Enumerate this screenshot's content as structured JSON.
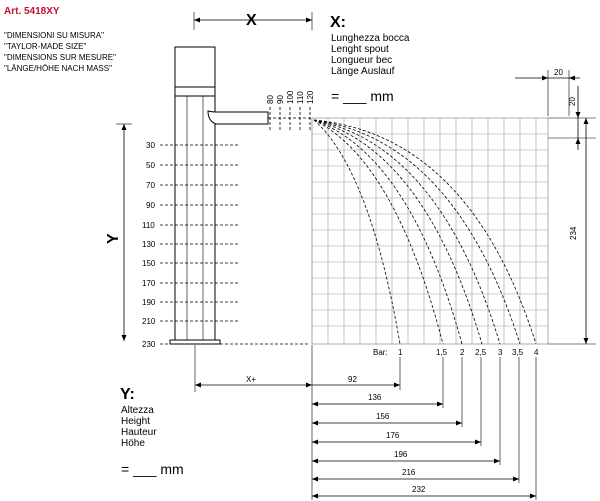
{
  "title": "Art. 5418XY",
  "custom_notes": [
    "\"DIMENSIONI SU MISURA\"",
    "\"TAYLOR-MADE SIZE\"",
    "\"DIMENSIONS SUR MESURE\"",
    "\"LÄNGE/HÖHE NACH MASS\""
  ],
  "x_label": "X",
  "x_legend": {
    "heading": "X:",
    "lines": [
      "Lunghezza bocca",
      "Lenght spout",
      "Longueur bec",
      "Länge Auslauf"
    ],
    "formula": "= ___ mm"
  },
  "y_label": "Y",
  "y_legend": {
    "heading": "Y:",
    "lines": [
      "Altezza",
      "Height",
      "Hauteur",
      "Höhe"
    ],
    "formula": "= ___ mm"
  },
  "spout_lengths": [
    "80",
    "90",
    "100",
    "110",
    "120"
  ],
  "heights": [
    "30",
    "50",
    "70",
    "90",
    "110",
    "130",
    "150",
    "170",
    "190",
    "210",
    "230"
  ],
  "bar_label": "Bar:",
  "bars": [
    "1",
    "1,5",
    "2",
    "2,5",
    "3",
    "3,5",
    "4"
  ],
  "x_plus_label": "X+",
  "reach_values": [
    "92",
    "136",
    "156",
    "176",
    "196",
    "216",
    "232"
  ],
  "dim_20_horizontal": "20",
  "dim_20_vertical": "20",
  "dim_234": "234",
  "colors": {
    "title_red": "#c8102e",
    "grid": "#9a9a9a",
    "line": "#000000"
  }
}
